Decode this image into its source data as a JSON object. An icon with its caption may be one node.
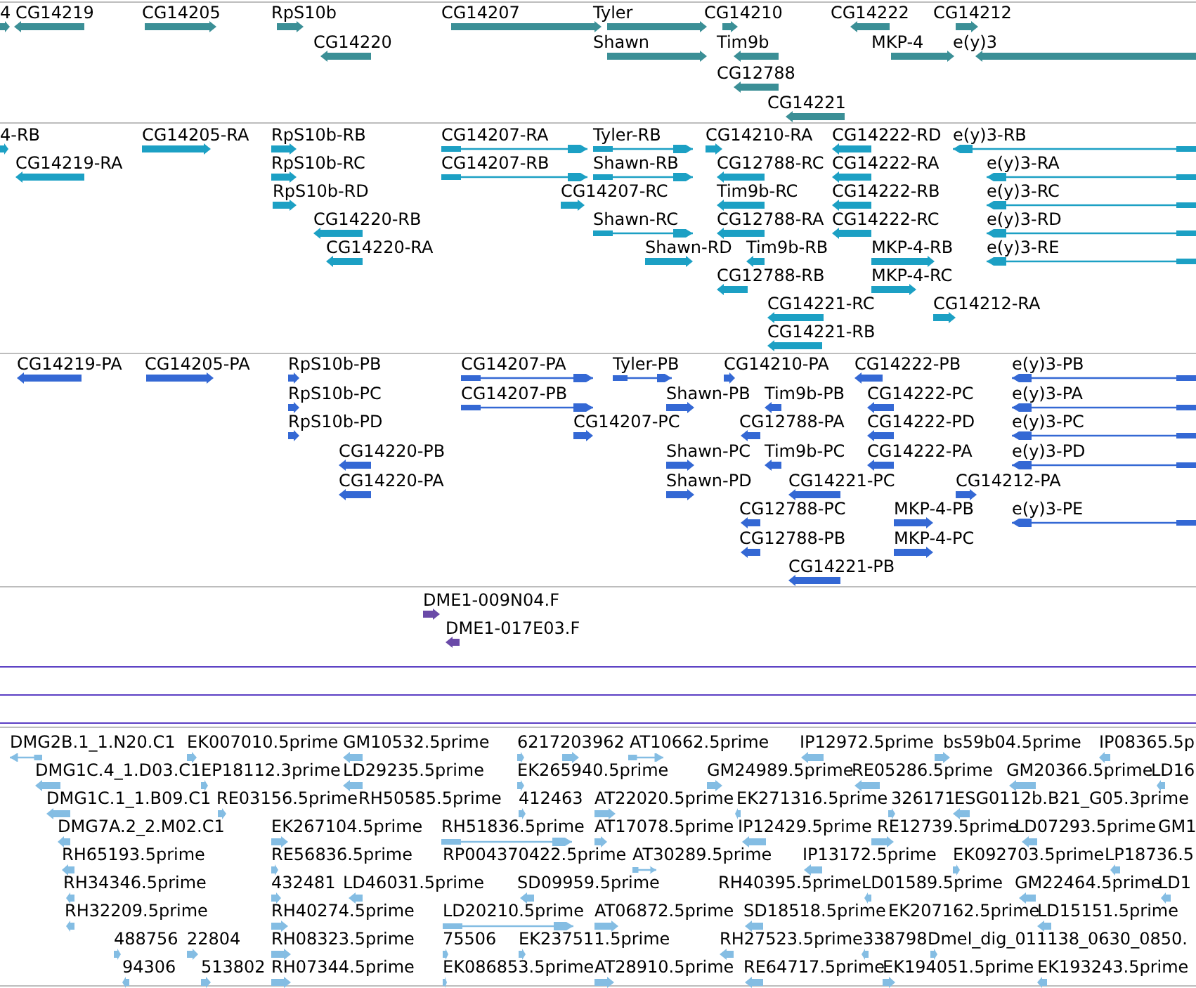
{
  "diagram": {
    "labels": [
      "4",
      "CG14219",
      "CG14205",
      "RpS10b",
      "CG14207",
      "Tyler",
      "CG14210",
      "CG14222",
      "CG14212",
      "CG14220",
      "Shawn",
      "Tim9b",
      "MKP-4",
      "e(y)3",
      "CG12788",
      "CG14221",
      "4-RB",
      "CG14205-RA",
      "RpS10b-RB",
      "CG14207-RA",
      "Tyler-RB",
      "CG14210-RA",
      "CG14222-RD",
      "e(y)3-RB",
      "CG14219-RA",
      "RpS10b-RC",
      "CG14207-RB",
      "Shawn-RB",
      "CG12788-RC",
      "CG14222-RA",
      "e(y)3-RA",
      "RpS10b-RD",
      "CG14207-RC",
      "Tim9b-RC",
      "CG14222-RB",
      "e(y)3-RC",
      "CG14220-RB",
      "Shawn-RC",
      "CG12788-RA",
      "CG14222-RC",
      "e(y)3-RD",
      "CG14220-RA",
      "Shawn-RD",
      "Tim9b-RB",
      "MKP-4-RB",
      "e(y)3-RE",
      "CG12788-RB",
      "MKP-4-RC",
      "CG14221-RC",
      "CG14212-RA",
      "CG14221-RB",
      "CG14219-PA",
      "CG14205-PA",
      "RpS10b-PB",
      "CG14207-PA",
      "Tyler-PB",
      "CG14210-PA",
      "CG14222-PB",
      "e(y)3-PB",
      "RpS10b-PC",
      "CG14207-PB",
      "Shawn-PB",
      "Tim9b-PB",
      "CG14222-PC",
      "e(y)3-PA",
      "RpS10b-PD",
      "CG14207-PC",
      "CG12788-PA",
      "CG14222-PD",
      "e(y)3-PC",
      "CG14220-PB",
      "Shawn-PC",
      "Tim9b-PC",
      "CG14222-PA",
      "e(y)3-PD",
      "CG14220-PA",
      "Shawn-PD",
      "CG14221-PC",
      "CG14212-PA",
      "CG12788-PC",
      "MKP-4-PB",
      "e(y)3-PE",
      "CG12788-PB",
      "MKP-4-PC",
      "CG14221-PB",
      "DME1-009N04.F",
      "DME1-017E03.F",
      "DMG2B.1_1.N20.C1",
      "EK007010.5prime",
      "GM10532.5prime",
      "6217203962",
      "AT10662.5prime",
      "IP12972.5prime",
      "bs59b04.5prime",
      "IP08365.5p",
      "DMG1C.4_1.D03.C1",
      "EP18112.3prime",
      "LD29235.5prime",
      "EK265940.5prime",
      "GM24989.5prime",
      "RE05286.5prime",
      "GM20366.5prime",
      "LD16",
      "DMG1C.1_1.B09.C1",
      "RE03156.5prime",
      "RH50585.5prime",
      "412463",
      "AT22020.5prime",
      "EK271316.5prime",
      "326171",
      "ESG0112b.B21_G05.3prime",
      "DMG7A.2_2.M02.C1",
      "EK267104.5prime",
      "RH51836.5prime",
      "AT17078.5prime",
      "IP12429.5prime",
      "RE12739.5prime",
      "LD07293.5prime",
      "GM1",
      "RH65193.5prime",
      "RE56836.5prime",
      "RP004370422.5prime",
      "AT30289.5prime",
      "IP13172.5prime",
      "EK092703.5prime",
      "LP18736.5",
      "RH34346.5prime",
      "432481",
      "LD46031.5prime",
      "SD09959.5prime",
      "RH40395.5prime",
      "LD01589.5prime",
      "GM22464.5prime",
      "LD1",
      "RH32209.5prime",
      "RH40274.5prime",
      "LD20210.5prime",
      "AT06872.5prime",
      "SD18518.5prime",
      "EK207162.5prime",
      "LD15151.5prime",
      "488756",
      "22804",
      "RH08323.5prime",
      "75506",
      "EK237511.5prime",
      "RH27523.5prime",
      "338798",
      "Dmel_dig_011138_0630_0850.",
      "94306",
      "513802",
      "RH07344.5prime",
      "EK086853.5prime",
      "AT28910.5prime",
      "RE64717.5prime",
      "EK194051.5prime",
      "EK193243.5prime"
    ]
  }
}
